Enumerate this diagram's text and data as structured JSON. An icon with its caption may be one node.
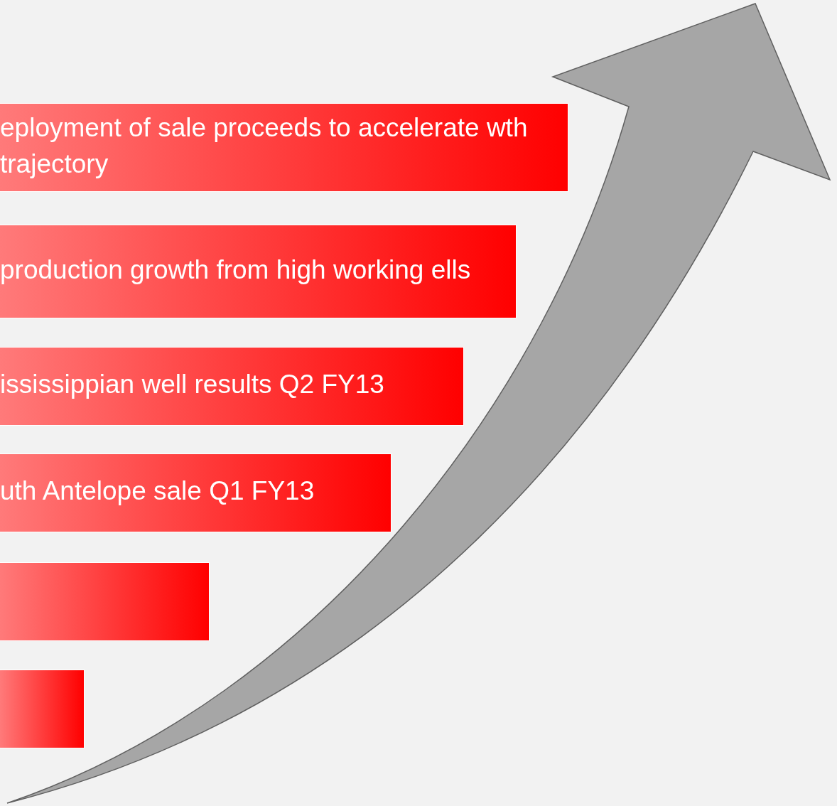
{
  "diagram": {
    "nodes": [
      {
        "text": [
          "eployment of sale proceeds to accelerate wth trajectory"
        ]
      },
      {
        "text": [
          "production growth from high working ells"
        ]
      },
      {
        "text": [
          "ississippian well results Q2 FY13"
        ]
      },
      {
        "text": [
          "uth Antelope sale Q1 FY13"
        ]
      },
      {
        "text": [],
        "shape": "bar"
      },
      {
        "text": [],
        "shape": "bar"
      }
    ]
  }
}
